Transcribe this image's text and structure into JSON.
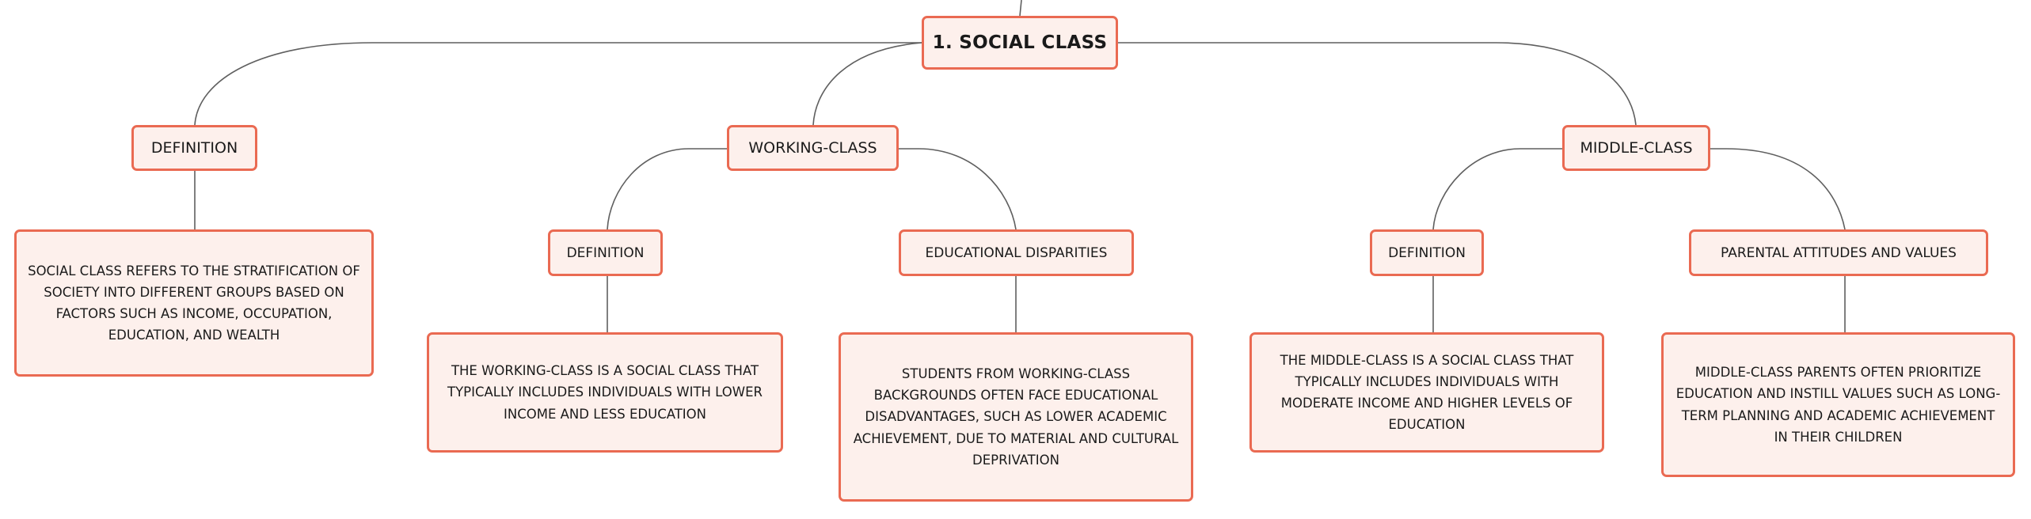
{
  "root": {
    "label": "1. SOCIAL CLASS"
  },
  "definition": {
    "label": "DEFINITION",
    "text": "SOCIAL CLASS REFERS TO THE STRATIFICATION OF SOCIETY INTO DIFFERENT GROUPS BASED ON FACTORS SUCH AS INCOME, OCCUPATION, EDUCATION, AND WEALTH"
  },
  "working_class": {
    "label": "WORKING-CLASS",
    "definition": {
      "label": "DEFINITION",
      "text": "THE WORKING-CLASS IS A SOCIAL CLASS THAT TYPICALLY INCLUDES INDIVIDUALS WITH LOWER INCOME AND LESS EDUCATION"
    },
    "disparities": {
      "label": "EDUCATIONAL DISPARITIES",
      "text": "STUDENTS FROM WORKING-CLASS BACKGROUNDS OFTEN FACE EDUCATIONAL DISADVANTAGES, SUCH AS LOWER ACADEMIC ACHIEVEMENT, DUE TO MATERIAL AND CULTURAL DEPRIVATION"
    }
  },
  "middle_class": {
    "label": "MIDDLE-CLASS",
    "definition": {
      "label": "DEFINITION",
      "text": "THE MIDDLE-CLASS IS A SOCIAL CLASS THAT TYPICALLY INCLUDES INDIVIDUALS WITH MODERATE INCOME AND HIGHER LEVELS OF EDUCATION"
    },
    "attitudes": {
      "label": "PARENTAL ATTITUDES AND VALUES",
      "text": "MIDDLE-CLASS PARENTS OFTEN PRIORITIZE EDUCATION AND INSTILL VALUES SUCH AS LONG-TERM PLANNING AND ACADEMIC ACHIEVEMENT IN THEIR CHILDREN"
    }
  }
}
